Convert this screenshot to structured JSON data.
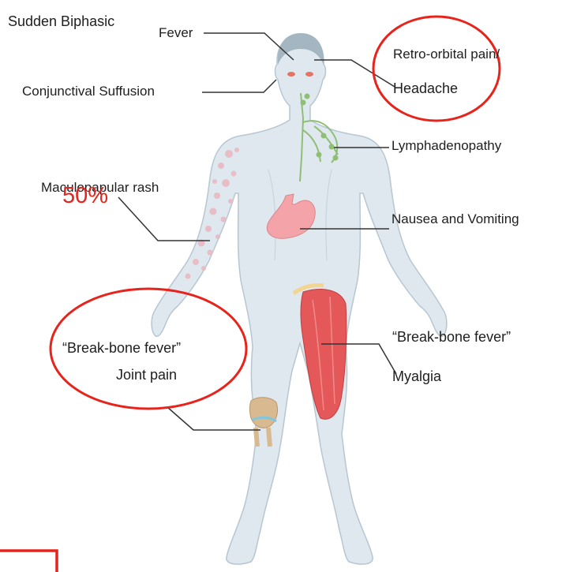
{
  "labels": {
    "sudden_biphasic": "Sudden Biphasic",
    "fever": "Fever",
    "conjunctival": "Conjunctival Suffusion",
    "retro_orbital": "Retro-orbital pain/",
    "headache": "Headache",
    "lymphadenopathy": "Lymphadenopathy",
    "maculopapular": "Maculopapular rash",
    "rash_percent": "50%",
    "nausea": "Nausea and Vomiting",
    "break_bone_left": "“Break-bone fever”",
    "joint_pain": "Joint pain",
    "break_bone_right": "“Break-bone fever”",
    "myalgia": "Myalgia"
  },
  "colors": {
    "skin": "#dfe8ef",
    "skin_outline": "#b7c6d2",
    "hair": "#a5b6c3",
    "highlight": "#e8231c",
    "leader": "#333333",
    "stomach": "#f4a4a8",
    "muscle": "#e4585a",
    "lymph": "#8fbf74",
    "rash": "#e9b9c2",
    "knee": "#d9b990"
  },
  "icons": [
    "human-body",
    "stomach",
    "thigh-muscle",
    "knee-joint",
    "lymph-nodes",
    "rash-spots"
  ]
}
